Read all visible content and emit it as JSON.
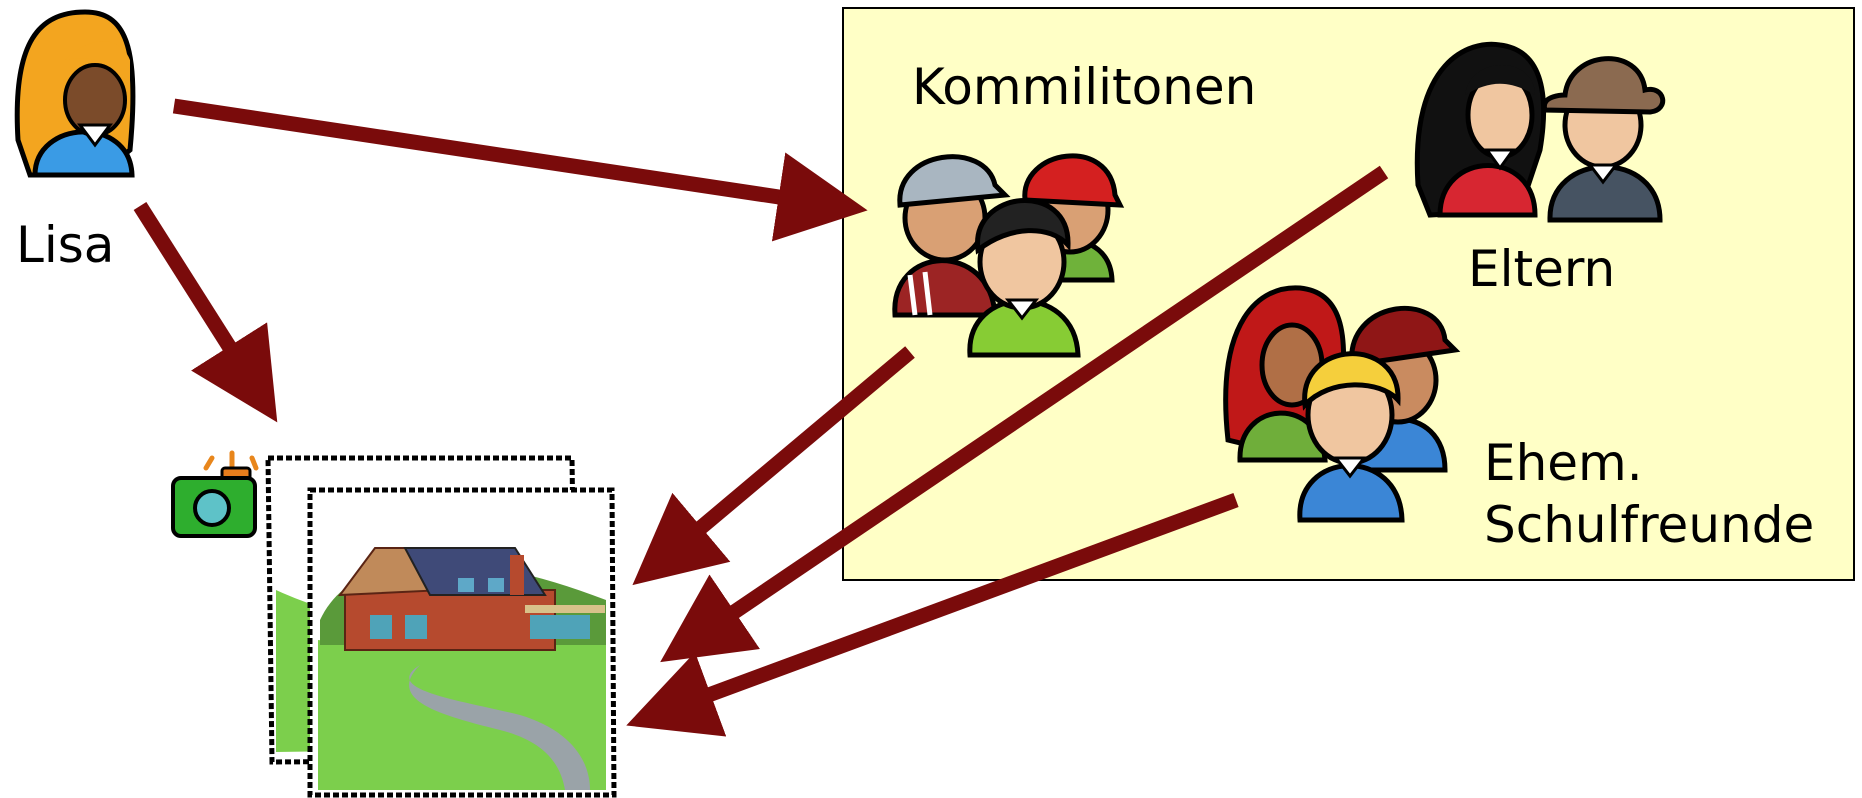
{
  "labels": {
    "sender": "Lisa",
    "group_classmates": "Kommilitonen",
    "group_parents": "Eltern",
    "group_school_friends_line1": "Ehem.",
    "group_school_friends_line2": "Schulfreunde"
  },
  "colors": {
    "arrow": "#7a0b0b",
    "groups_box_fill": "#ffffc6",
    "groups_box_stroke": "#000000",
    "photo_green": "#7ccf4c",
    "camera_green": "#2eae2e"
  },
  "icons": {
    "sender": "person-blonde-icon",
    "camera": "camera-icon",
    "photo": "house-photo-icon"
  }
}
